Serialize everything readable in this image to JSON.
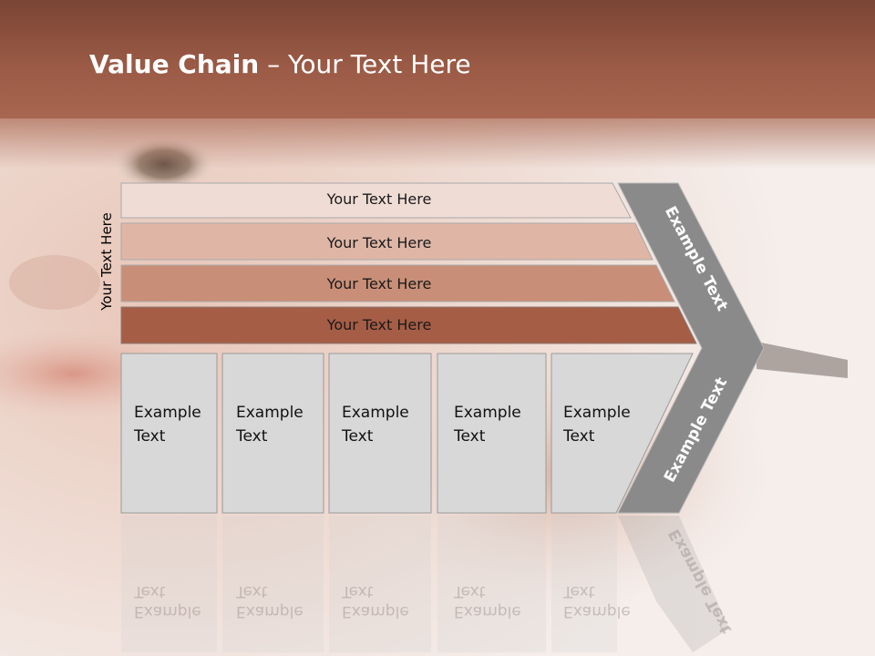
{
  "title": {
    "bold": "Value Chain",
    "rest": " – Your Text Here"
  },
  "side_label": "Your Text Here",
  "bars": [
    {
      "label": "Your Text Here",
      "color": "#efdcd5"
    },
    {
      "label": "Your Text Here",
      "color": "#dfb6a6"
    },
    {
      "label": "Your Text Here",
      "color": "#c98e77"
    },
    {
      "label": "Your Text Here",
      "color": "#a65d45"
    }
  ],
  "boxes": [
    {
      "line1": "Example",
      "line2": "Text"
    },
    {
      "line1": "Example",
      "line2": "Text"
    },
    {
      "line1": "Example",
      "line2": "Text"
    },
    {
      "line1": "Example",
      "line2": "Text"
    },
    {
      "line1": "Example",
      "line2": "Text"
    }
  ],
  "chevron": {
    "upper_label": "Example Text",
    "lower_label": "Example Text",
    "color": "#8a8a8a"
  },
  "colors": {
    "header": "#9a5a45",
    "box_fill": "#d8d8d8",
    "box_border": "#9a9a9a"
  }
}
